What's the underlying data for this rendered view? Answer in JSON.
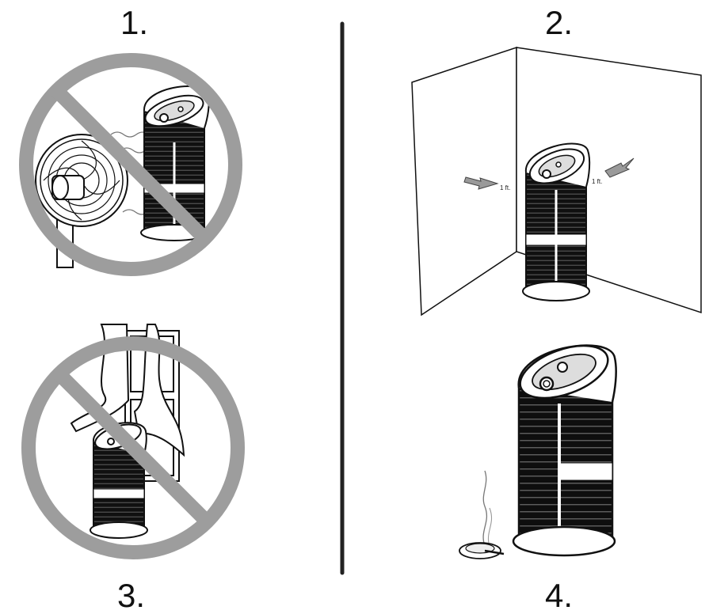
{
  "steps": [
    {
      "label": "1."
    },
    {
      "label": "2."
    },
    {
      "label": "3."
    },
    {
      "label": "4."
    }
  ],
  "distance_labels": {
    "left": "1 ft.",
    "right": "1 ft."
  },
  "colors": {
    "prohibition": "#9d9d9d",
    "line": "#1a1a1a",
    "arrow": "#9a9a9a",
    "divider": "#222222"
  },
  "icons": [
    "no-fan-prohibition-icon",
    "corner-placement-icon",
    "no-curtain-prohibition-icon",
    "smoke-ashtray-icon"
  ]
}
